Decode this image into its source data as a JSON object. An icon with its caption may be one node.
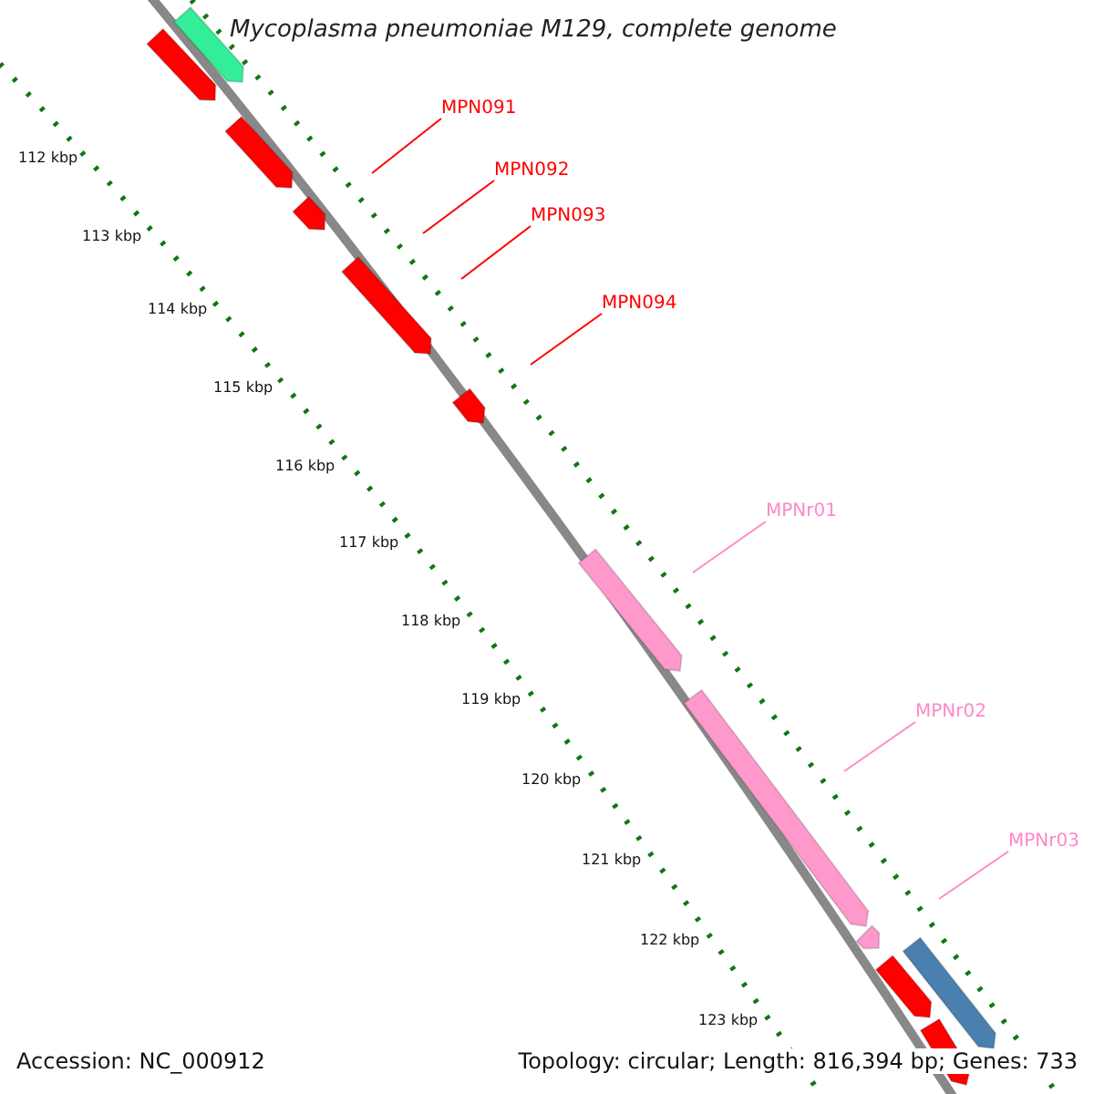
{
  "diagram": {
    "title": "Mycoplasma pneumoniae M129, complete genome",
    "nodes": [
      {
        "text": [
          "MPN091"
        ]
      },
      {
        "text": [
          "MPN092"
        ]
      },
      {
        "text": [
          "MPN093"
        ]
      },
      {
        "text": [
          "MPN094"
        ]
      },
      {
        "text": [
          "MPNr01"
        ]
      },
      {
        "text": [
          "MPNr02"
        ]
      },
      {
        "text": [
          "MPNr03"
        ]
      }
    ],
    "edges": [
      {
        "from": 0,
        "to": null,
        "arrow": "none"
      },
      {
        "from": 1,
        "to": null,
        "arrow": "none"
      },
      {
        "from": 2,
        "to": null,
        "arrow": "none"
      },
      {
        "from": 3,
        "to": null,
        "arrow": "none"
      },
      {
        "from": 4,
        "to": null,
        "arrow": "none",
        "color": "#ff88c8"
      },
      {
        "from": 5,
        "to": null,
        "arrow": "none",
        "color": "#ff88c8"
      },
      {
        "from": 6,
        "to": null,
        "arrow": "none",
        "color": "#ff88c8"
      }
    ],
    "labels": [
      "112 kbp",
      "113 kbp",
      "114 kbp",
      "115 kbp",
      "116 kbp",
      "117 kbp",
      "118 kbp",
      "119 kbp",
      "120 kbp",
      "121 kbp",
      "122 kbp",
      "123 kbp",
      "Accession: NC_000912",
      "Topology: circular; Length: 816,394 bp; Genes: 733"
    ]
  }
}
